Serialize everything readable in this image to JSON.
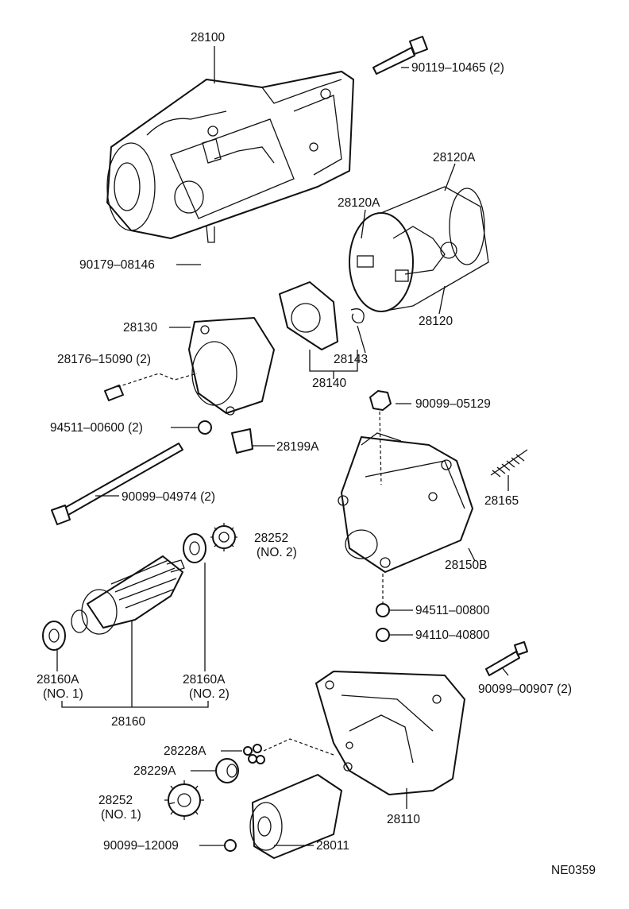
{
  "diagram_code": "NE0359",
  "labels": {
    "p28100": "28100",
    "p90119": "90119–10465 (2)",
    "p28120A_top": "28120A",
    "p28120A_mid": "28120A",
    "p90179": "90179–08146",
    "p28120": "28120",
    "p28130": "28130",
    "p28176": "28176–15090 (2)",
    "p28143": "28143",
    "p28140": "28140",
    "p90099_05129": "90099–05129",
    "p94511_00600": "94511–00600 (2)",
    "p28199A": "28199A",
    "p28165": "28165",
    "p90099_04974": "90099–04974 (2)",
    "p28252_a": "28252",
    "p28252_a_note": "(NO. 2)",
    "p28150B": "28150B",
    "p94511_00800": "94511–00800",
    "p94110_40800": "94110–40800",
    "p28160A_left": "28160A",
    "p28160A_left_note": "(NO. 1)",
    "p28160A_right": "28160A",
    "p28160A_right_note": "(NO. 2)",
    "p90099_00907": "90099–00907 (2)",
    "p28160": "28160",
    "p28228A": "28228A",
    "p28229A": "28229A",
    "p28252_b": "28252",
    "p28252_b_note": "(NO. 1)",
    "p28110": "28110",
    "p90099_12009": "90099–12009",
    "p28011": "28011"
  }
}
